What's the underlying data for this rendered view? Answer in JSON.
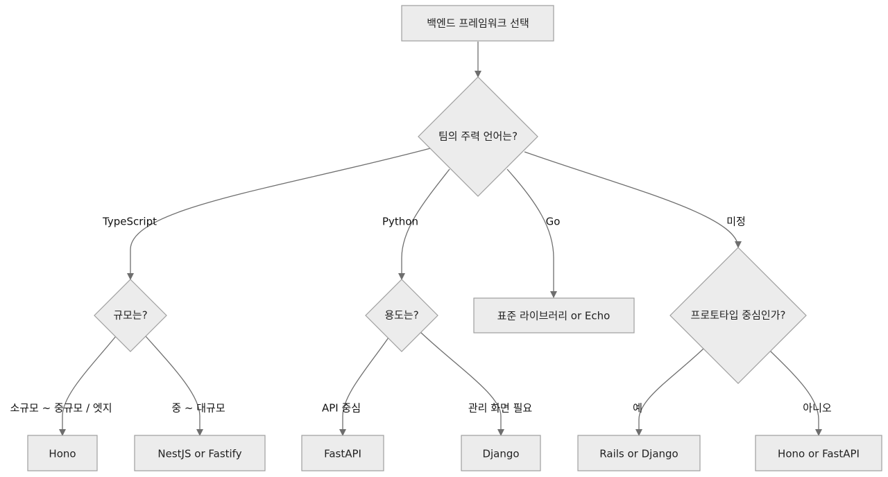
{
  "diagram": {
    "start": "백엔드 프레임워크 선택",
    "q_language": "팀의 주력 언어는?",
    "q_scale": "규모는?",
    "q_purpose": "용도는?",
    "q_prototype": "프로토타입 중심인가?",
    "r_go": "표준 라이브러리 or Echo",
    "r_hono": "Hono",
    "r_nest": "NestJS or Fastify",
    "r_fastapi": "FastAPI",
    "r_django": "Django",
    "r_rails": "Rails or Django",
    "r_hono_fastapi": "Hono or FastAPI",
    "l_typescript": "TypeScript",
    "l_python": "Python",
    "l_go": "Go",
    "l_undecided": "미정",
    "l_small": "소규모 ~ 중규모 / 엣지",
    "l_large": "중 ~ 대규모",
    "l_api": "API 중심",
    "l_admin": "관리 화면 필요",
    "l_yes": "예",
    "l_no": "아니오"
  }
}
